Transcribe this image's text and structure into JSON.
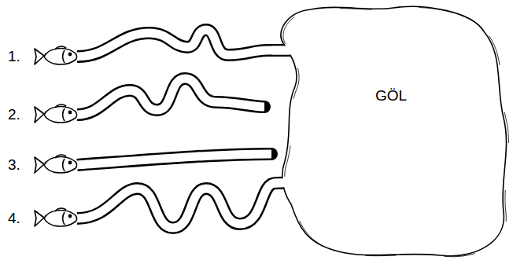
{
  "diagram": {
    "nodes": [
      {
        "text": [
          "GÖL"
        ]
      }
    ],
    "labels": [
      "1.",
      "2.",
      "3.",
      "4."
    ]
  }
}
